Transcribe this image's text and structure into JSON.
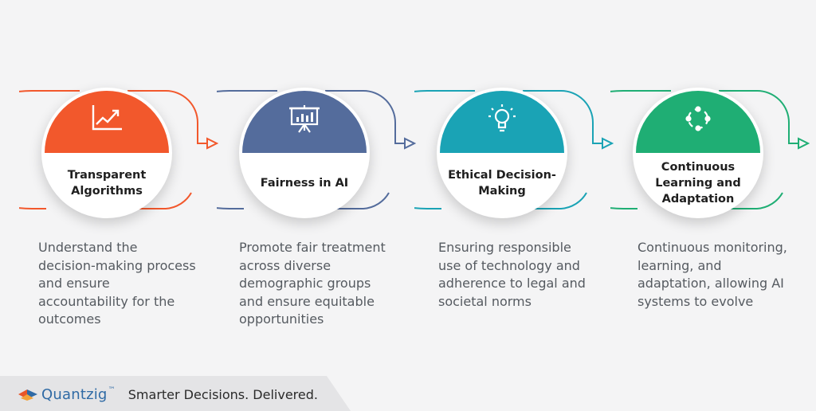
{
  "stages": [
    {
      "title": "Transparent Algorithms",
      "description": "Understand the decision-making process and ensure accountability for the outcomes",
      "icon": "line-chart-icon",
      "color": "#f2582c"
    },
    {
      "title": "Fairness in AI",
      "description": "Promote fair treatment across diverse demographic groups and ensure equitable opportunities",
      "icon": "presentation-board-icon",
      "color": "#546c9c"
    },
    {
      "title": "Ethical Decision-Making",
      "description": "Ensuring responsible use of technology and adherence to legal and societal norms",
      "icon": "lightbulb-icon",
      "color": "#1aa3b5"
    },
    {
      "title": "Continuous Learning and Adaptation",
      "description": "Continuous monitoring, learning, and adaptation, allowing AI systems to evolve",
      "icon": "cycle-nodes-icon",
      "color": "#1fae74"
    }
  ],
  "footer": {
    "brand": "Quantzig",
    "trademark": "™",
    "tagline": "Smarter Decisions. Delivered."
  }
}
